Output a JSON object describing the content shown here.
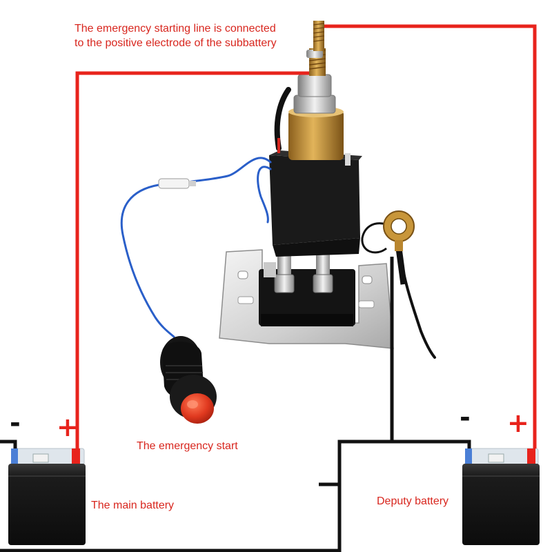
{
  "labels": {
    "caption_line1": "The emergency starting line is connected",
    "caption_line2": "to the positive electrode of the subbattery",
    "emergency_start": "The emergency start",
    "main_battery": "The main battery",
    "deputy_battery": "Deputy battery"
  },
  "terminals": {
    "main_minus": "-",
    "main_plus": "+",
    "deputy_minus": "-",
    "deputy_plus": "+"
  },
  "colors": {
    "positive_wire": "#e8231c",
    "ground_wire": "#111111",
    "signal_wire": "#2a5fc9",
    "label_text": "#d8261e",
    "relay_body": "#161616",
    "brass": "#c8963a",
    "button_cap": "#e0391f"
  },
  "icons": {
    "relay": "relay-icon",
    "push_button": "push-button-icon",
    "ring_terminal": "ring-terminal-icon",
    "battery": "battery-icon",
    "mounting_bracket": "bracket-icon"
  }
}
